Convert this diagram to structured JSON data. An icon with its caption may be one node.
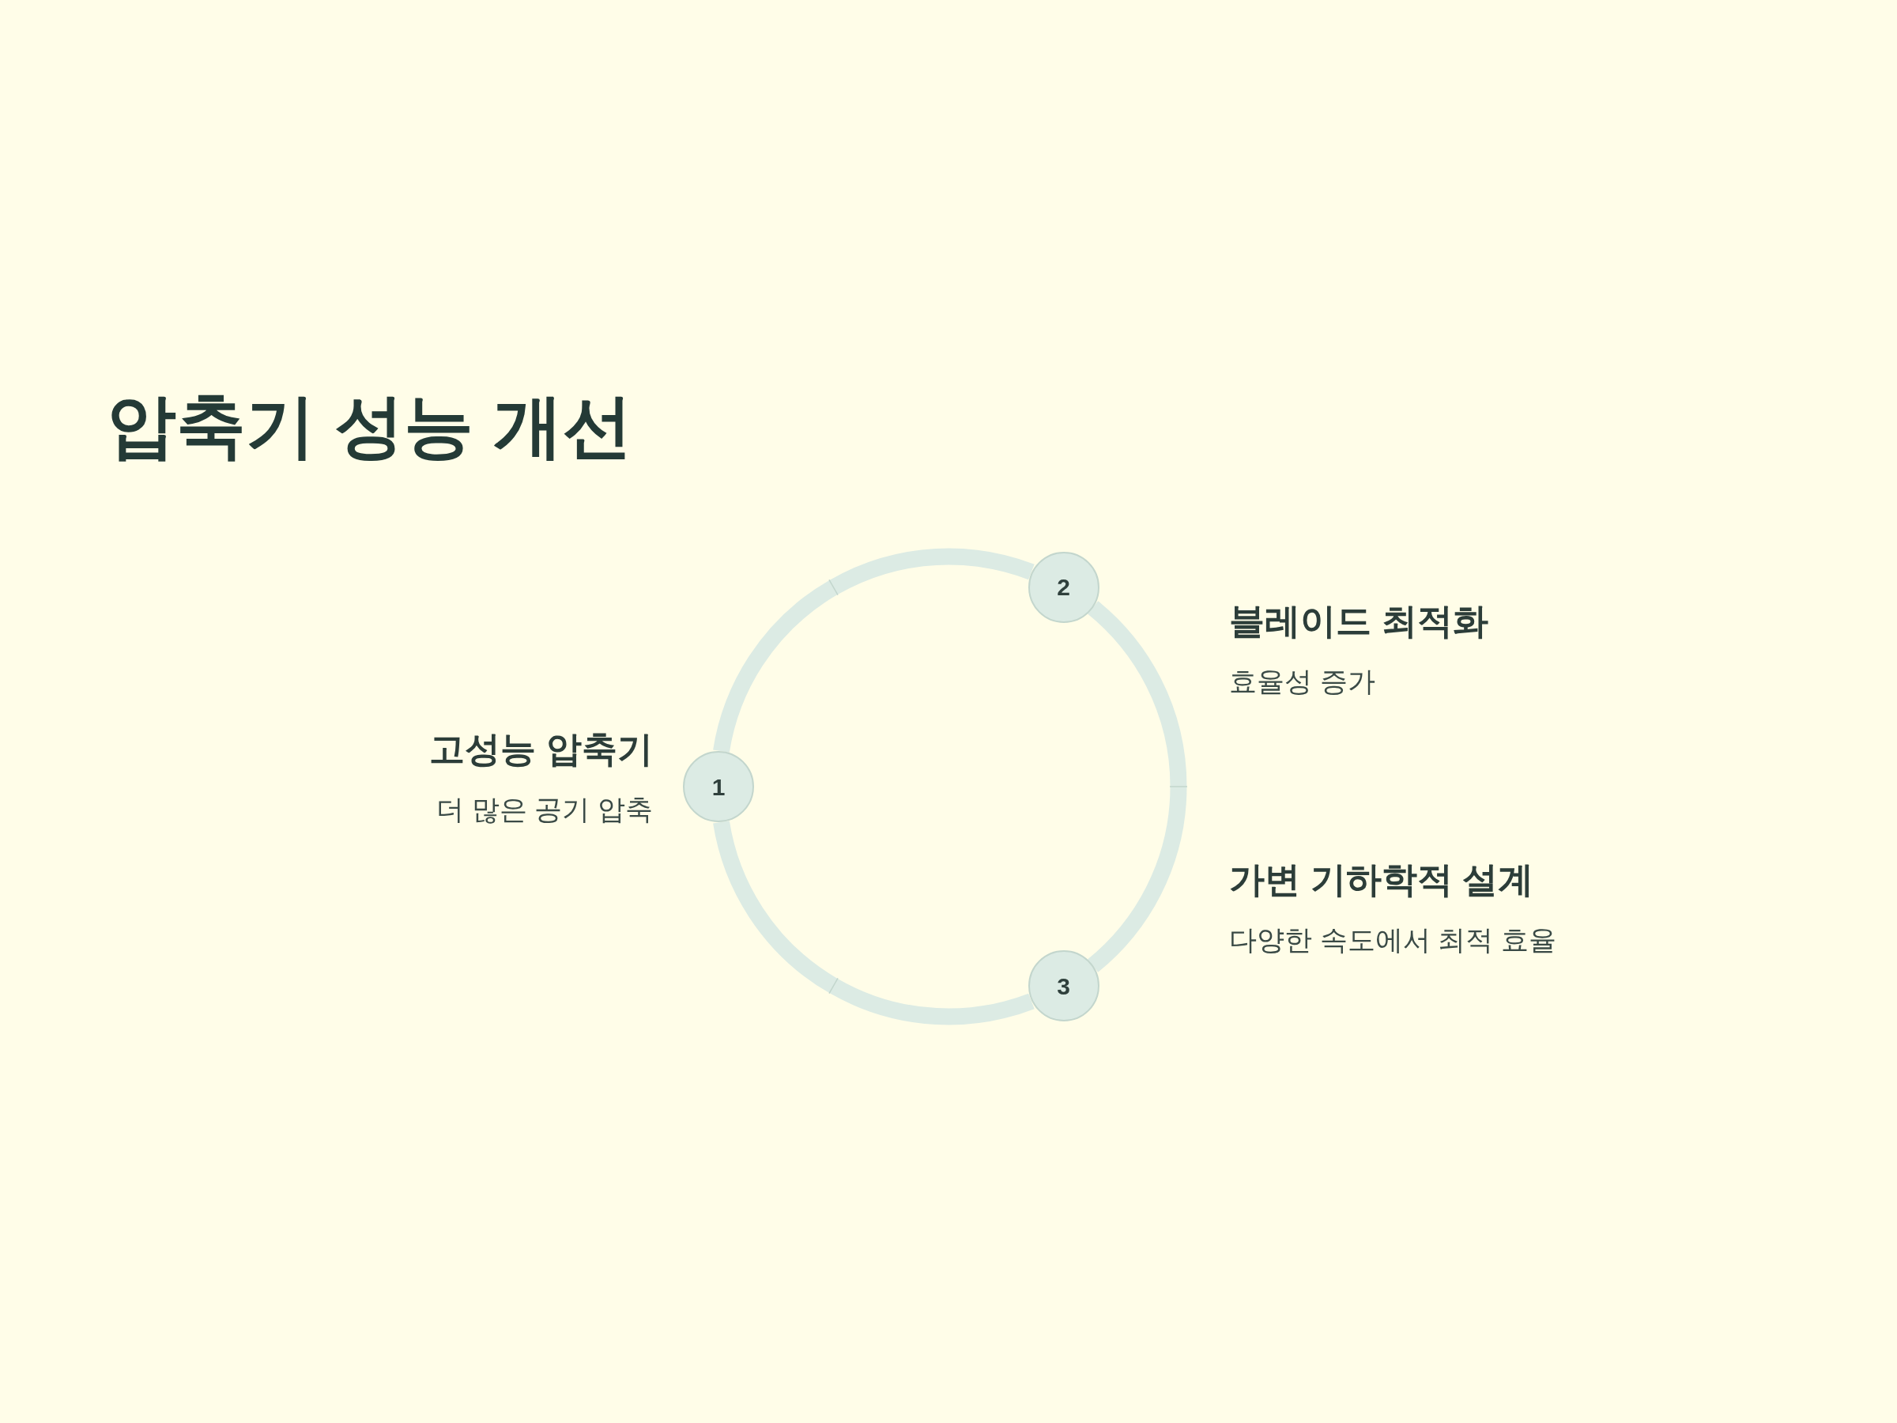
{
  "diagram": {
    "title": "압축기 성능 개선",
    "nodes": [
      {
        "text": [
          "1"
        ],
        "beside": [
          "고성능 압축기",
          "더 많은 공기 압축"
        ]
      },
      {
        "text": [
          "2"
        ],
        "beside": [
          "블레이드 최적화",
          "효율성 증가"
        ]
      },
      {
        "text": [
          "3"
        ],
        "beside": [
          "가변 기하학적 설계",
          "다양한 속도에서 최적 효율"
        ]
      }
    ],
    "edges": [
      {
        "from": 0,
        "to": 1,
        "arrow": "none"
      },
      {
        "from": 1,
        "to": 2,
        "arrow": "none"
      },
      {
        "from": 2,
        "to": 0,
        "arrow": "none"
      }
    ]
  }
}
